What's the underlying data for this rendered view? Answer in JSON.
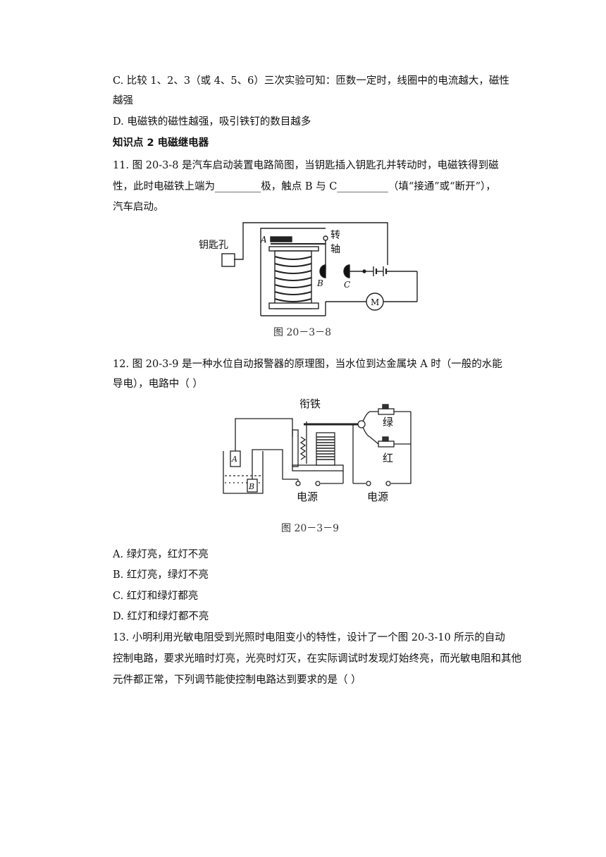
{
  "lines": {
    "c_opt_a": "C. 比较 1、2、3（或 4、5、6）三次实验可知：匝数一定时，线圈中的电流越大，磁性",
    "c_opt_b": "越强",
    "d_opt": "D.  电磁铁的磁性越强，吸引铁钉的数目越多",
    "kp_heading": "知识点 2        电磁继电器",
    "q11_a": "11.  图 20-3-8 是汽车启动装置电路简图，当钥匙插入钥匙孔并转动时，电磁铁得到磁",
    "q11_b": "性，此时电磁铁上端为_________极，触点 B 与 C__________（填“接通”或“断开”），",
    "q11_c": "汽车启动。",
    "q12_a": "12.  图 20-3-9 是一种水位自动报警器的原理图，当水位到达金属块 A 时（一般的水能",
    "q12_b": "导电），电路中（      ）",
    "q12_optA": "A.  绿灯亮，红灯不亮",
    "q12_optB": "B.  红灯亮，绿灯不亮",
    "q12_optC": "C.  红灯和绿灯都亮",
    "q12_optD": "D.  红灯和绿灯都不亮",
    "q13_a": "13.  小明利用光敏电阻受到光照时电阻变小的特性，设计了一个图 20-3-10 所示的自动",
    "q13_b": "控制电路，要求光暗时灯亮，光亮时灯灭，在实际调试时发现灯始终亮，而光敏电阻和其他",
    "q13_c": "元件都正常，下列调节能使控制电路达到要求的是（      ）"
  },
  "fig1": {
    "key_hole": "钥匙孔",
    "label_A": "A",
    "label_B": "B",
    "label_C": "C",
    "axis_1": "转",
    "axis_2": "轴",
    "motor": "M",
    "caption": "图 20－3－8"
  },
  "fig2": {
    "armature": "衔铁",
    "green": "绿",
    "red": "红",
    "label_A": "A",
    "label_B": "B",
    "power_1": "电源",
    "power_2": "电源",
    "caption": "图 20－3－9"
  }
}
